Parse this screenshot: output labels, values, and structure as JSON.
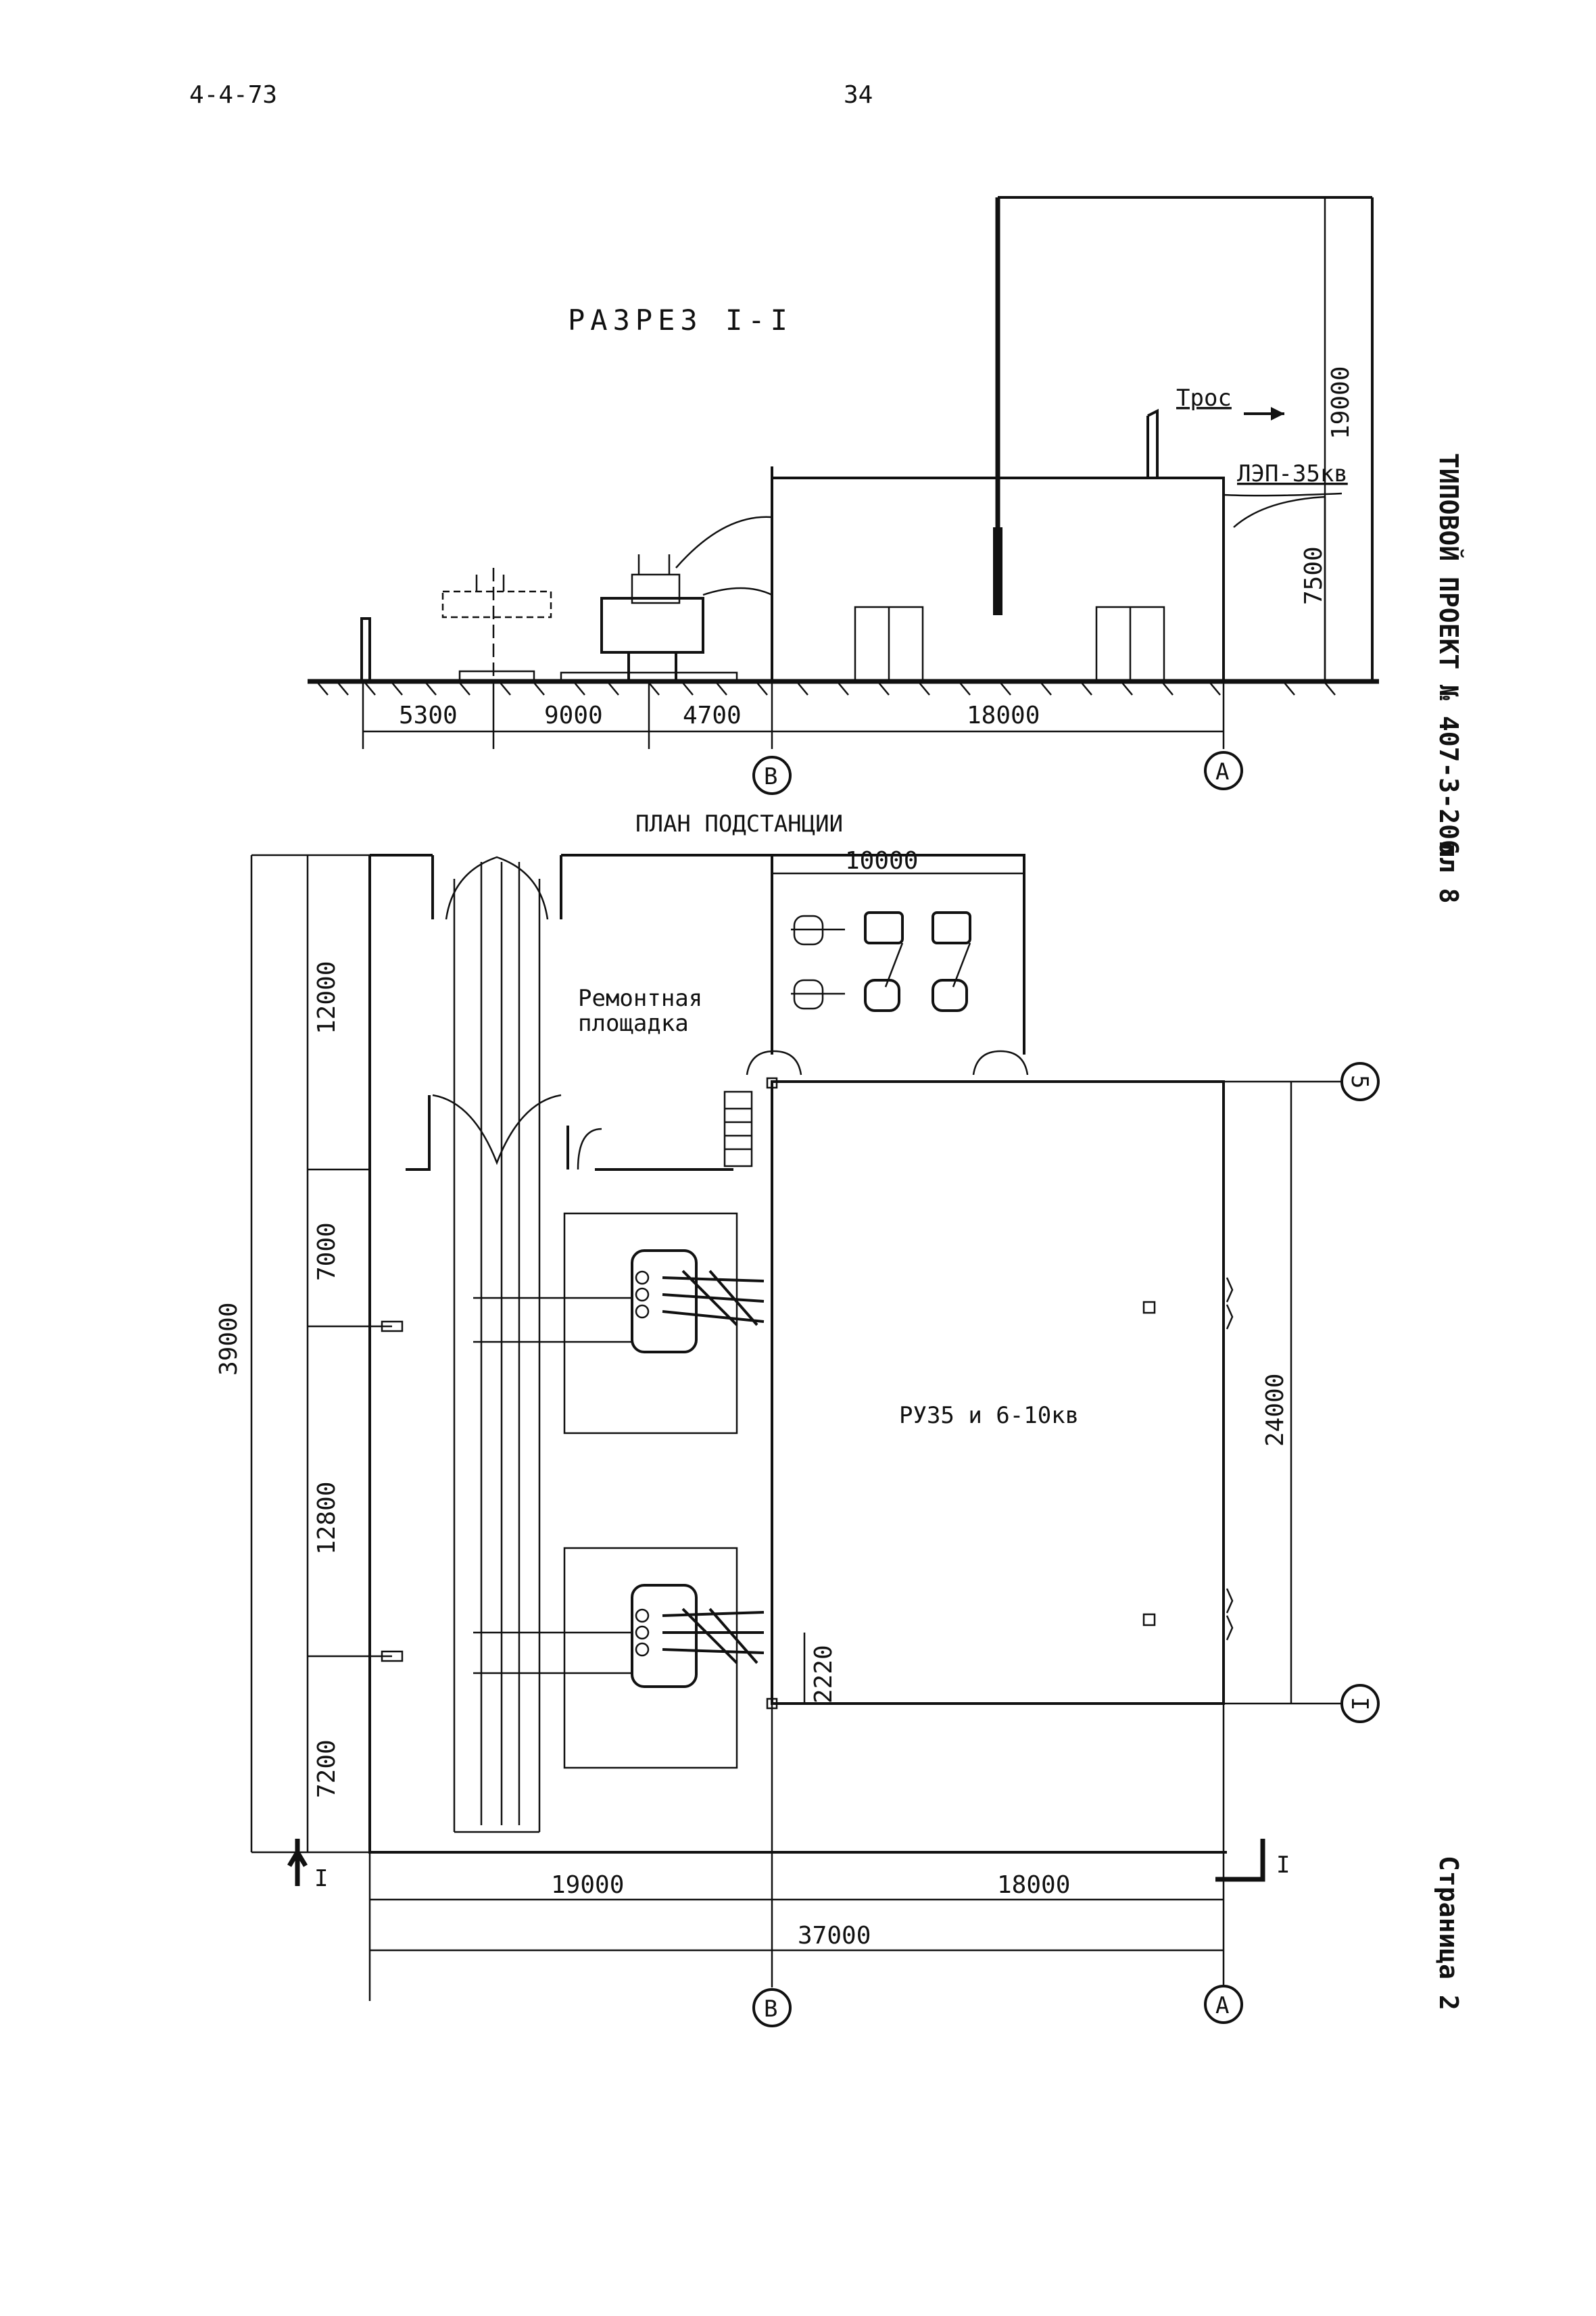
{
  "header": {
    "doc_code": "4-4-73",
    "page_number": "34"
  },
  "section": {
    "title": "РАЗРЕЗ I-I",
    "cable_label": "Трос",
    "line_label": "ЛЭП-35кв",
    "dims_horizontal": [
      "5300",
      "9000",
      "4700",
      "18000"
    ],
    "dim_height_total": "19000",
    "dim_height_building": "7500",
    "axis_left": "В",
    "axis_right": "А"
  },
  "plan": {
    "title": "ПЛАН ПОДСТАНЦИИ",
    "dim_top": "10000",
    "repair_area_line1": "Ремонтная",
    "repair_area_line2": "площадка",
    "building_label": "РУ35 и 6-10кв",
    "dims_left": [
      "12000",
      "7000",
      "12800",
      "7200"
    ],
    "dim_total_left": "39000",
    "dim_right": "24000",
    "dim_small": "2220",
    "dims_bottom": [
      "19000",
      "18000"
    ],
    "dim_total_bottom": "37000",
    "axis_5": "5",
    "axis_1": "I",
    "axis_b": "В",
    "axis_a": "А",
    "cut_mark_left": "I",
    "cut_mark_right": "I"
  },
  "sidebar": {
    "project_title": "ТИПОВОЙ ПРОЕКТ № 407-3-206",
    "sheet": "лл 8",
    "page": "Страница 2"
  }
}
